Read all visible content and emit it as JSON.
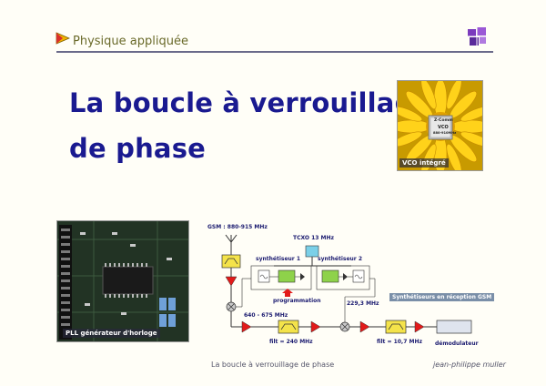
{
  "header": {
    "title": "Physique appliquée"
  },
  "slide": {
    "title_line1": "La boucle à verrouillage",
    "title_line2": "de phase"
  },
  "photos": {
    "flower_caption": "VCO intégré",
    "flower_chip_text": [
      "Z-Comm",
      "VCO",
      "880-910MHz"
    ],
    "board_caption": "PLL générateur d'horloge"
  },
  "diagram": {
    "gsm_band": "GSM : 880-915 MHz",
    "tcxo": "TCXO 13 MHz",
    "synth1": "synthétiseur 1",
    "synth2": "synthétiseur 2",
    "programming": "programmation",
    "freq_229": "229,3 MHz",
    "freq_640": "640 - 675 MHz",
    "filter_240": "filt = 240 MHz",
    "filter_10_7": "filt = 10,7 MHz",
    "demodulator": "démodulateur",
    "synth_caption": "Synthétiseurs en réception GSM"
  },
  "footer": {
    "center": "La boucle à verrouillage de phase",
    "author": "jean-philippe muller"
  },
  "colors": {
    "title": "#1a1a90",
    "accent_red": "#e21a1a",
    "filter_yellow": "#f4e34a",
    "synth_green": "#8ed24a"
  }
}
